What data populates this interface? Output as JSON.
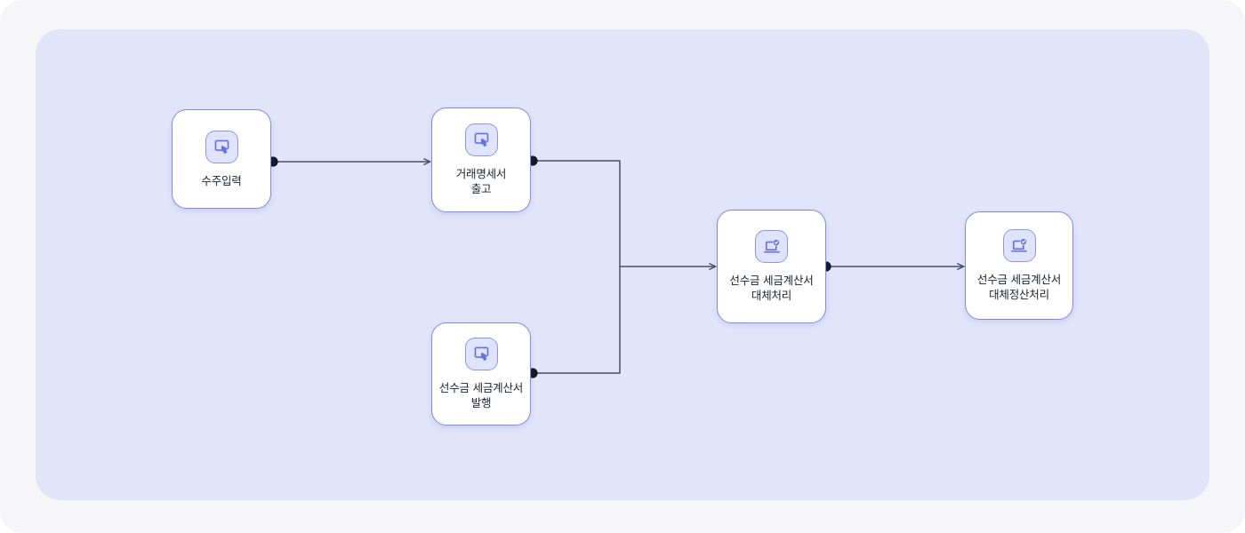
{
  "theme": {
    "page_background": "#f6f6f8",
    "canvas_background": "#e2e5fa",
    "node_background": "#ffffff",
    "node_border": "#7f8ae8",
    "icon_tile_background": "#dfe3fb",
    "icon_color": "#6571e3",
    "edge_color": "#4a4f63",
    "dot_color": "#111827",
    "label_color": "#1d2130"
  },
  "diagram": {
    "type": "flow-diagram",
    "nodes": [
      {
        "id": "node-0",
        "label": "수주입력",
        "icon": "tap-screen-icon"
      },
      {
        "id": "node-1",
        "label": "거래명세서\n출고",
        "icon": "tap-screen-icon"
      },
      {
        "id": "node-2",
        "label": "선수금 세금계산서\n발행",
        "icon": "tap-screen-icon"
      },
      {
        "id": "node-3",
        "label": "선수금 세금계산서\n대체처리",
        "icon": "laptop-check-icon"
      },
      {
        "id": "node-4",
        "label": "선수금 세금계산서\n대체정산처리",
        "icon": "laptop-check-icon"
      }
    ],
    "edges": [
      {
        "id": "edge-0",
        "from": "node-0",
        "to": "node-1"
      },
      {
        "id": "edge-1",
        "from": "node-1",
        "to": "node-3"
      },
      {
        "id": "edge-2",
        "from": "node-2",
        "to": "node-3"
      },
      {
        "id": "edge-3",
        "from": "node-3",
        "to": "node-4"
      }
    ]
  }
}
